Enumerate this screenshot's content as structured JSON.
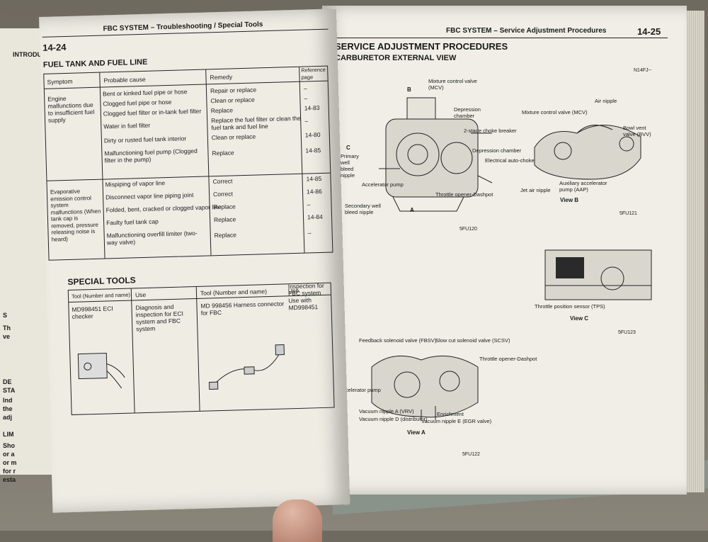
{
  "left_page": {
    "running_header": "FBC SYSTEM – Troubleshooting / Special Tools",
    "page_number": "14-24",
    "section_title": "FUEL TANK AND FUEL LINE",
    "table_headers": {
      "symptom": "Symptom",
      "cause": "Probable cause",
      "remedy": "Remedy",
      "ref": "Reference page"
    },
    "rows": [
      {
        "symptom": "Engine malfunctions due to insufficient fuel supply",
        "cause": "Bent or kinked fuel pipe or hose",
        "remedy": "Repair or replace",
        "ref": "–"
      },
      {
        "symptom": "",
        "cause": "Clogged fuel pipe or hose",
        "remedy": "Clean or replace",
        "ref": "–"
      },
      {
        "symptom": "",
        "cause": "Clogged fuel filter or in-tank fuel filter",
        "remedy": "Replace",
        "ref": "14-83"
      },
      {
        "symptom": "",
        "cause": "Water in fuel filter",
        "remedy": "Replace the fuel filter or clean the fuel tank and fuel line",
        "ref": "–"
      },
      {
        "symptom": "",
        "cause": "Dirty or rusted fuel tank interior",
        "remedy": "Clean or replace",
        "ref": "14-80"
      },
      {
        "symptom": "",
        "cause": "Malfunctioning fuel pump (Clogged filter in the pump)",
        "remedy": "Replace",
        "ref": "14-85"
      },
      {
        "symptom": "Evaporative emission control system malfunctions (When tank cap is removed, pressure releasing noise is heard)",
        "cause": "Mispiping of vapor line",
        "remedy": "Correct",
        "ref": "14-85"
      },
      {
        "symptom": "",
        "cause": "Disconnect vapor line piping joint",
        "remedy": "Correct",
        "ref": "14-86"
      },
      {
        "symptom": "",
        "cause": "Folded, bent, cracked or clogged vapor line",
        "remedy": "Replace",
        "ref": "–"
      },
      {
        "symptom": "",
        "cause": "Faulty fuel tank cap",
        "remedy": "Replace",
        "ref": "14-84"
      },
      {
        "symptom": "",
        "cause": "Malfunctioning overfill limiter (two-way valve)",
        "remedy": "Replace",
        "ref": "–"
      }
    ],
    "special_tools": {
      "title": "SPECIAL TOOLS",
      "headers": {
        "tool": "Tool (Number and name)",
        "use": "Use"
      },
      "tools": [
        {
          "name": "MD998451 ECI checker",
          "use": "Diagnosis and inspection for ECI system and FBC system"
        },
        {
          "name": "MD 998456 Harness connector for FBC",
          "use": "Inspection for FBC system Use with MD998451"
        }
      ]
    }
  },
  "under_page": {
    "header": "INTRODUCTION AND",
    "fragments": [
      "S",
      "Th",
      "ve",
      "DE",
      "STA",
      "Ind",
      "the",
      "adj",
      "LIM",
      "Sho",
      "or a",
      "or m",
      "for r",
      "esta"
    ]
  },
  "right_page": {
    "running_header": "FBC SYSTEM – Service Adjustment Procedures",
    "page_number": "14-25",
    "section_title": "SERVICE ADJUSTMENT PROCEDURES",
    "subsection_title": "CARBURETOR EXTERNAL VIEW",
    "fig_code_top": "N14FJ--",
    "figure1": {
      "labels": [
        "B",
        "Mixture control valve (MCV)",
        "Depression chamber",
        "2-stage choke breaker",
        "Depression chamber",
        "Electrical auto-choke",
        "C",
        "Primary well bleed nipple",
        "Accelerator pump",
        "Throttle opener-Dashpot",
        "Secondary well bleed nipple",
        "A"
      ],
      "code": "5FU120"
    },
    "figure2": {
      "labels": [
        "Mixture control valve (MCV)",
        "Air nipple",
        "Bowl vent valve (BVV)",
        "Jet air nipple",
        "Auxiliary accelerator pump (AAP)"
      ],
      "caption": "View B",
      "code": "5FU121"
    },
    "figure3": {
      "labels": [
        "Throttle position sensor (TPS)"
      ],
      "caption": "View C",
      "code": "5FU123"
    },
    "figure4": {
      "labels": [
        "Feedback solenoid valve (FBSV)",
        "Slow cut solenoid valve (SCSV)",
        "Throttle opener-Dashpot",
        "Accelerator pump",
        "Vacuum nipple A (VRV)",
        "Vacuum nipple D (distributor)",
        "Enrichment",
        "Vacuum nipple E (EGR valve)"
      ],
      "caption": "View A",
      "code": "5FU122"
    }
  },
  "colors": {
    "paper": "#efece4",
    "ink": "#1a1a1a",
    "table_surface": "#6f6a60"
  }
}
